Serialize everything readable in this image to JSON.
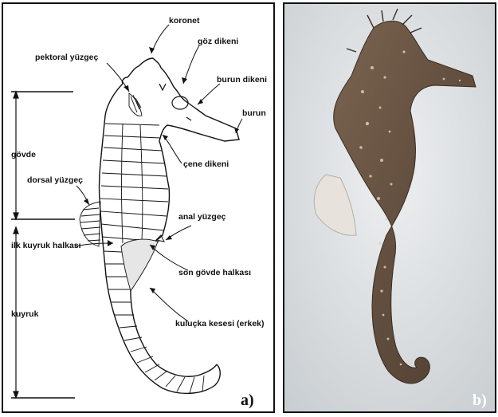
{
  "panel_a": {
    "tag": "a)",
    "labels": {
      "koronet": "koronet",
      "goz_dikeni": "göz dikeni",
      "pektoral_yuzgec": "pektoral yüzgeç",
      "burun_dikeni": "burun dikeni",
      "burun": "burun",
      "govde": "gövde",
      "cene_dikeni": "çene dikeni",
      "dorsal_yuzgec": "dorsal yüzgeç",
      "anal_yuzgec": "anal yüzgeç",
      "ilk_kuyruk_halkasi": "ilk kuyruk halkası",
      "son_govde_halkasi": "son gövde halkası",
      "kuyruk": "kuyruk",
      "kulucka_kesesi": "kuluçka kesesi (erkek)"
    }
  },
  "panel_b": {
    "tag": "b)"
  },
  "colors": {
    "ink": "#111111",
    "photo_background": "#d8dde0",
    "seahorse_body": "#6b5442",
    "pouch_fill": "#e6e6e6"
  }
}
